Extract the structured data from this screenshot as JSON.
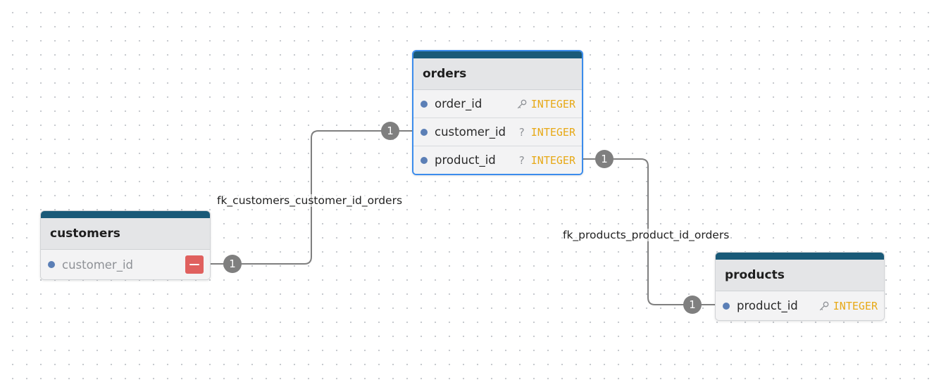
{
  "tables": {
    "orders": {
      "name": "orders",
      "fields": [
        {
          "name": "order_id",
          "type": "INTEGER",
          "marker": "key"
        },
        {
          "name": "customer_id",
          "type": "INTEGER",
          "marker": "?"
        },
        {
          "name": "product_id",
          "type": "INTEGER",
          "marker": "?"
        }
      ]
    },
    "customers": {
      "name": "customers",
      "fields": [
        {
          "name": "customer_id"
        }
      ]
    },
    "products": {
      "name": "products",
      "fields": [
        {
          "name": "product_id",
          "type": "INTEGER",
          "marker": "key"
        }
      ]
    }
  },
  "relations": [
    {
      "name": "fk_customers_customer_id_orders",
      "source_cardinality": "1",
      "target_cardinality": "1"
    },
    {
      "name": "fk_products_product_id_orders",
      "source_cardinality": "1",
      "target_cardinality": "1"
    }
  ],
  "colors": {
    "header_bar": "#1a5a78",
    "selection": "#3b8cec",
    "type_text": "#e7a917",
    "field_dot": "#5b7fb6",
    "remove_button": "#e0605e",
    "edge": "#7f7f7f"
  }
}
